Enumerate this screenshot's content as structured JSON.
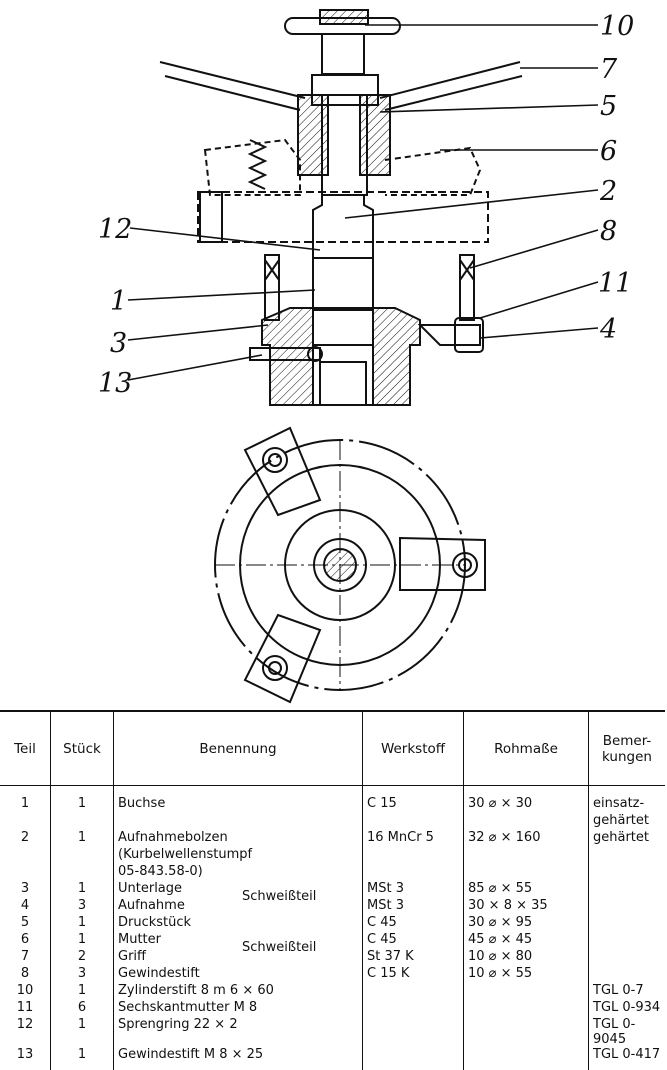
{
  "callouts": [
    "10",
    "7",
    "5",
    "6",
    "2",
    "12",
    "8",
    "11",
    "1",
    "4",
    "3",
    "13"
  ],
  "table": {
    "headers": [
      "Teil",
      "Stück",
      "Benennung",
      "Werkstoff",
      "Rohmaße",
      "Bemer-\nkungen"
    ],
    "rows": [
      {
        "teil": "1",
        "stueck": "1",
        "benennung": "Buchse",
        "werkstoff": "C 15",
        "rohmasse": "30 ⌀ × 30",
        "bemerkung": "einsatz-"
      },
      {
        "teil": "",
        "stueck": "",
        "benennung": "",
        "werkstoff": "",
        "rohmasse": "",
        "bemerkung": "gehärtet"
      },
      {
        "teil": "2",
        "stueck": "1",
        "benennung": "Aufnahmebolzen",
        "werkstoff": "16 MnCr 5",
        "rohmasse": "32 ⌀ × 160",
        "bemerkung": "gehärtet"
      },
      {
        "teil": "",
        "stueck": "",
        "benennung": "(Kurbelwellenstumpf",
        "werkstoff": "",
        "rohmasse": "",
        "bemerkung": ""
      },
      {
        "teil": "",
        "stueck": "",
        "benennung": "05-843.58-0)",
        "werkstoff": "",
        "rohmasse": "",
        "bemerkung": ""
      },
      {
        "teil": "3",
        "stueck": "1",
        "benennung": "Unterlage",
        "werkstoff": "MSt 3",
        "rohmasse": "85 ⌀ × 55",
        "bemerkung": ""
      },
      {
        "teil": "4",
        "stueck": "3",
        "benennung": "Aufnahme",
        "werkstoff": "MSt 3",
        "rohmasse": "30 × 8 × 35",
        "bemerkung": ""
      },
      {
        "teil": "5",
        "stueck": "1",
        "benennung": "Druckstück",
        "werkstoff": "C 45",
        "rohmasse": "30 ⌀ × 95",
        "bemerkung": ""
      },
      {
        "teil": "6",
        "stueck": "1",
        "benennung": "Mutter",
        "werkstoff": "C 45",
        "rohmasse": "45 ⌀ × 45",
        "bemerkung": ""
      },
      {
        "teil": "7",
        "stueck": "2",
        "benennung": "Griff",
        "werkstoff": "St 37 K",
        "rohmasse": "10 ⌀ × 80",
        "bemerkung": ""
      },
      {
        "teil": "8",
        "stueck": "3",
        "benennung": "Gewindestift",
        "werkstoff": "C 15 K",
        "rohmasse": "10 ⌀ × 55",
        "bemerkung": ""
      },
      {
        "teil": "10",
        "stueck": "1",
        "benennung": "Zylinderstift 8 m 6 × 60",
        "werkstoff": "",
        "rohmasse": "",
        "bemerkung": "TGL 0-7"
      },
      {
        "teil": "11",
        "stueck": "6",
        "benennung": "Sechskantmutter M 8",
        "werkstoff": "",
        "rohmasse": "",
        "bemerkung": "TGL 0-934"
      },
      {
        "teil": "12",
        "stueck": "1",
        "benennung": "Sprengring 22 × 2",
        "werkstoff": "",
        "rohmasse": "",
        "bemerkung": "TGL 0-9045"
      },
      {
        "teil": "13",
        "stueck": "1",
        "benennung": "Gewindestift M 8 × 25",
        "werkstoff": "",
        "rohmasse": "",
        "bemerkung": "TGL 0-417"
      }
    ],
    "brace_label_1": "Schweißteil",
    "brace_label_2": "Schweißteil"
  }
}
